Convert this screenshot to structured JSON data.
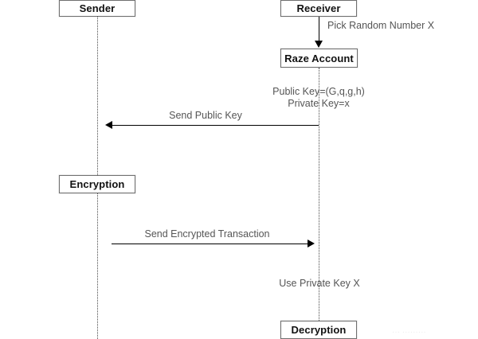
{
  "diagram": {
    "title": "Raze encryption sequence diagram",
    "type": "sequence-diagram",
    "colors": {
      "background": "#ffffff",
      "box_border": "#6f6f6f",
      "box_fill": "#ffffff",
      "box_text": "#111111",
      "label_text": "#555555",
      "arrow": "#000000",
      "lifeline": "#4a4a4a",
      "watermark": "#ededed"
    },
    "participants": [
      {
        "id": "sender",
        "label": "Sender"
      },
      {
        "id": "receiver",
        "label": "Receiver"
      }
    ],
    "nodes": [
      {
        "id": "sender",
        "label": "Sender"
      },
      {
        "id": "receiver",
        "label": "Receiver"
      },
      {
        "id": "raze-account",
        "label": "Raze Account"
      },
      {
        "id": "encryption",
        "label": "Encryption"
      },
      {
        "id": "decryption",
        "label": "Decryption"
      }
    ],
    "labels": {
      "pick_random_number": "Pick Random Number X",
      "public_key": "Public Key=(G,q,g,h)",
      "private_key": "Private Key=x",
      "send_public_key": "Send Public Key",
      "send_encrypted_transaction": "Send Encrypted Transaction",
      "use_private_key": "Use Private Key X"
    },
    "messages": [
      {
        "id": "pick-random-number",
        "label": "Pick Random Number X",
        "direction": "down",
        "from": "receiver",
        "to": "raze-account"
      },
      {
        "id": "send-public-key",
        "label": "Send Public Key",
        "direction": "left",
        "from": "receiver",
        "to": "sender"
      },
      {
        "id": "send-encrypted-transaction",
        "label": "Send Encrypted Transaction",
        "direction": "right",
        "from": "sender",
        "to": "receiver"
      }
    ],
    "watermark": "··· ·········"
  }
}
